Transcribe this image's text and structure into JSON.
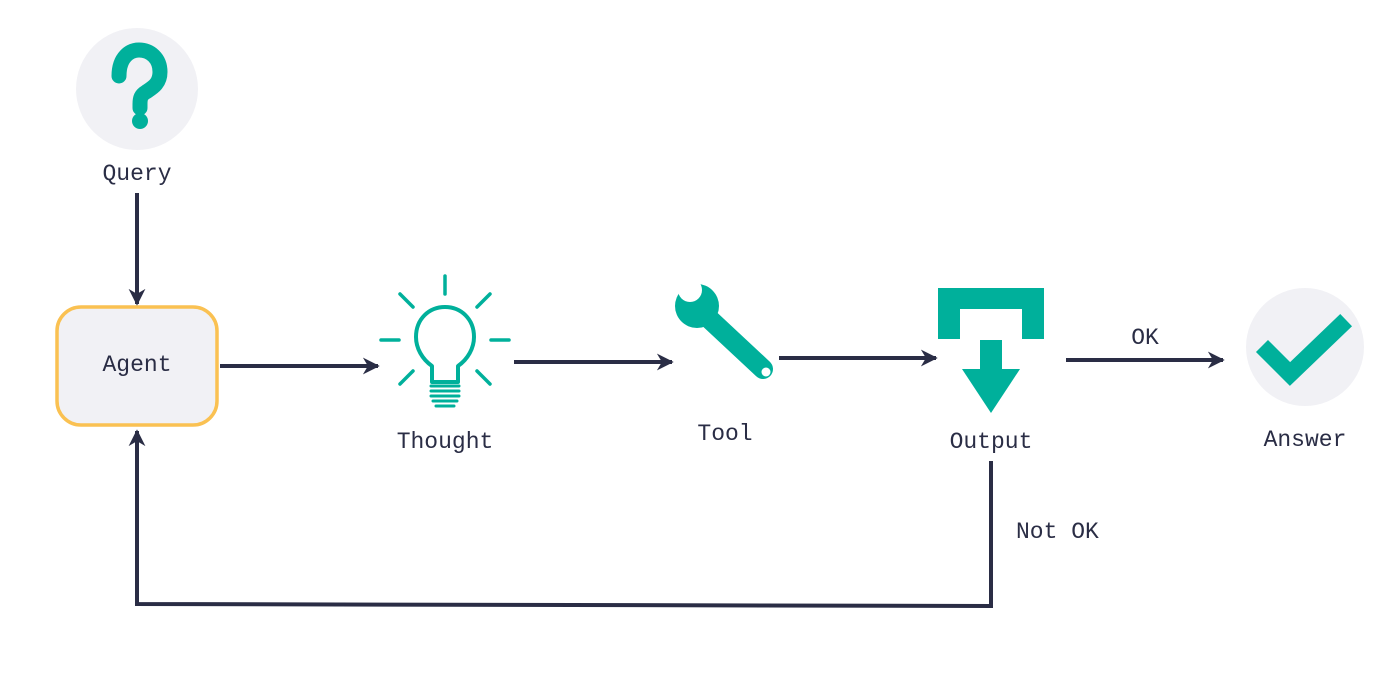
{
  "nodes": {
    "query": {
      "label": "Query",
      "icon": "question-mark-icon"
    },
    "agent": {
      "label": "Agent"
    },
    "thought": {
      "label": "Thought",
      "icon": "lightbulb-icon"
    },
    "tool": {
      "label": "Tool",
      "icon": "wrench-icon"
    },
    "output": {
      "label": "Output",
      "icon": "output-tray-arrow-icon"
    },
    "answer": {
      "label": "Answer",
      "icon": "checkmark-icon"
    }
  },
  "edges": {
    "ok_label": "OK",
    "not_ok_label": "Not OK"
  },
  "colors": {
    "accent": "#00b09b",
    "line": "#2a2d45",
    "agent_border": "#fac152",
    "node_fill": "#f1f1f5"
  }
}
